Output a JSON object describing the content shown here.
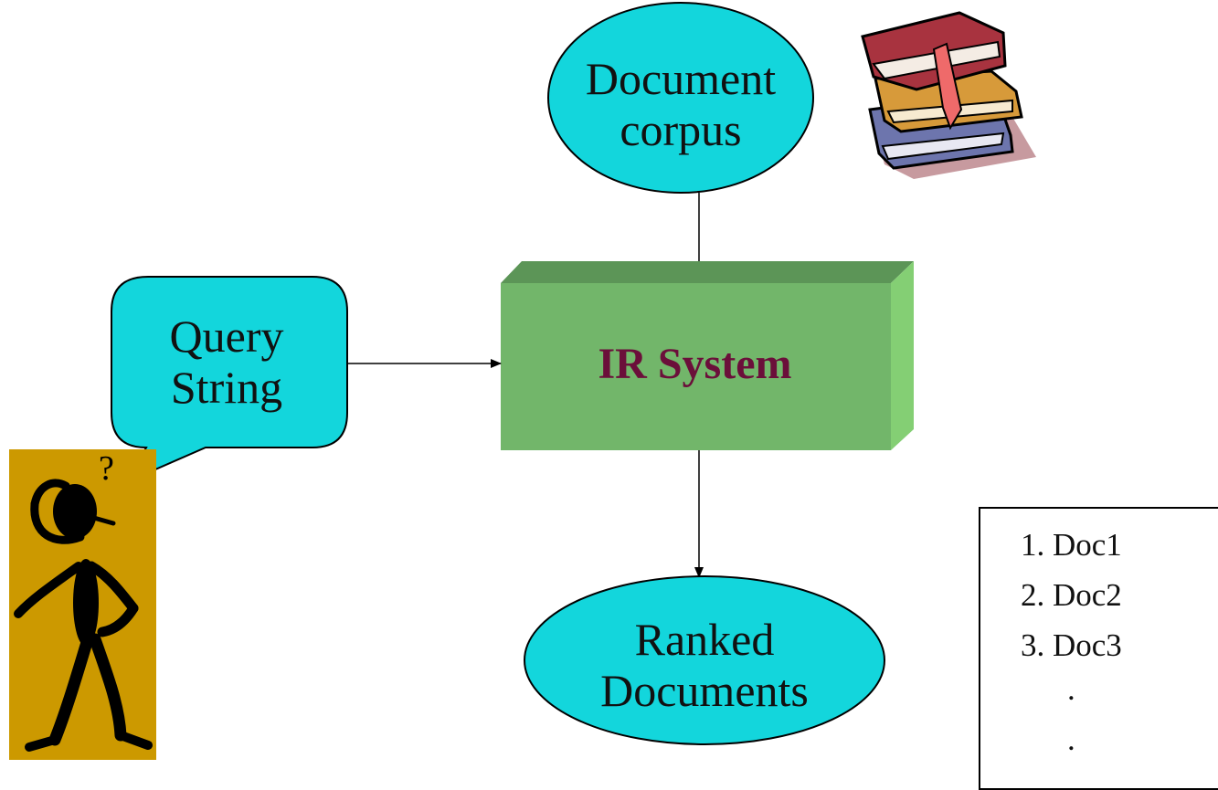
{
  "nodes": {
    "corpus": {
      "line1": "Document",
      "line2": "corpus"
    },
    "query": {
      "line1": "Query",
      "line2": "String"
    },
    "ir_system": {
      "label": "IR System"
    },
    "ranked": {
      "line1": "Ranked",
      "line2": "Documents"
    }
  },
  "ranked_list": {
    "items": [
      "1. Doc1",
      "2. Doc2",
      "3. Doc3"
    ],
    "continuation": [
      ".",
      "."
    ]
  },
  "colors": {
    "ellipse_fill": "#13d6dc",
    "ir_front": "#72b66a",
    "ir_top": "#5c9557",
    "ir_side": "#84cf74",
    "ir_text": "#6b0f3a",
    "person_bg": "#cc9900"
  },
  "icons": [
    "books-icon",
    "confused-person-icon"
  ]
}
